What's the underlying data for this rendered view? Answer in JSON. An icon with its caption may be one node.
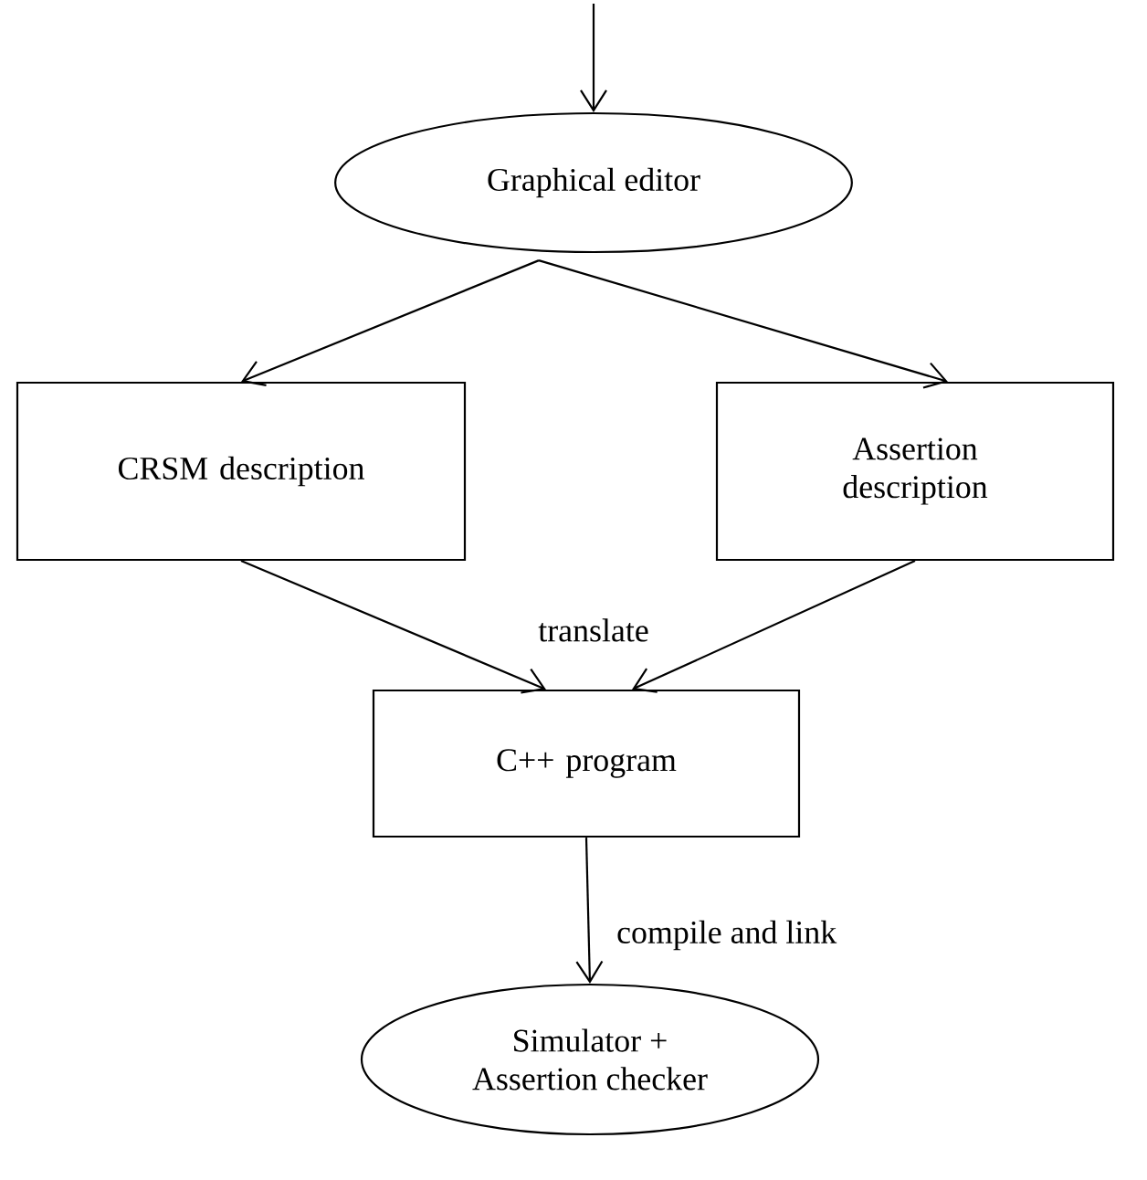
{
  "diagram": {
    "nodes": [
      {
        "text": [
          "Graphical editor"
        ]
      },
      {
        "text": [
          "CRSM description"
        ]
      },
      {
        "text": [
          "Assertion description"
        ]
      },
      {
        "text": [
          "C++ program"
        ]
      },
      {
        "text": [
          "Simulator + Assertion checker"
        ]
      }
    ],
    "edges": [
      {
        "from": null,
        "to": 0,
        "arrow": "to"
      },
      {
        "from": 0,
        "to": 1,
        "arrow": "to"
      },
      {
        "from": 0,
        "to": 2,
        "arrow": "to"
      },
      {
        "from": 1,
        "to": 3,
        "arrow": "to",
        "label": "translate"
      },
      {
        "from": 2,
        "to": 3,
        "arrow": "to"
      },
      {
        "from": 3,
        "to": 4,
        "arrow": "to",
        "label": "compile and link"
      }
    ]
  }
}
